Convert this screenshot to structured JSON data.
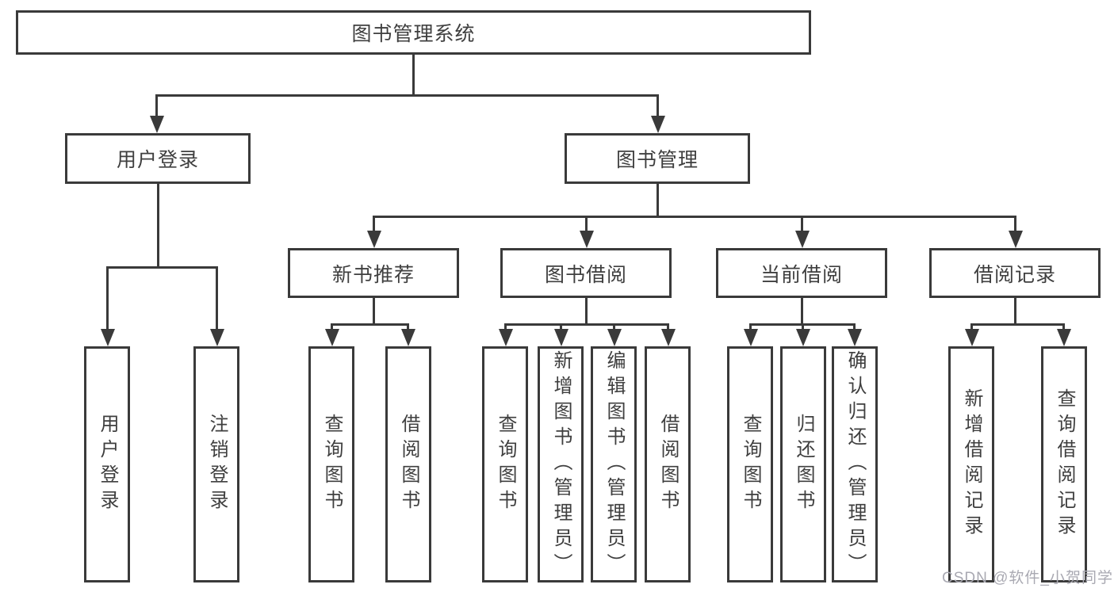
{
  "tree": {
    "root": "图书管理系统",
    "branches": [
      {
        "label": "用户登录",
        "children": [
          "用户登录",
          "注销登录"
        ]
      },
      {
        "label": "图书管理",
        "groups": [
          {
            "label": "新书推荐",
            "children": [
              "查询图书",
              "借阅图书"
            ]
          },
          {
            "label": "图书借阅",
            "children": [
              "查询图书",
              "新增图书（管理员）",
              "编辑图书（管理员）",
              "借阅图书"
            ]
          },
          {
            "label": "当前借阅",
            "children": [
              "查询图书",
              "归还图书",
              "确认归还（管理员）"
            ]
          },
          {
            "label": "借阅记录",
            "children": [
              "新增借阅记录",
              "查询借阅记录"
            ]
          }
        ]
      }
    ]
  },
  "watermark": "CSDN @软件_小贺同学",
  "colors": {
    "line": "#3a3a3a",
    "text": "#3f3f3f",
    "watermark": "#a9a9b2"
  }
}
